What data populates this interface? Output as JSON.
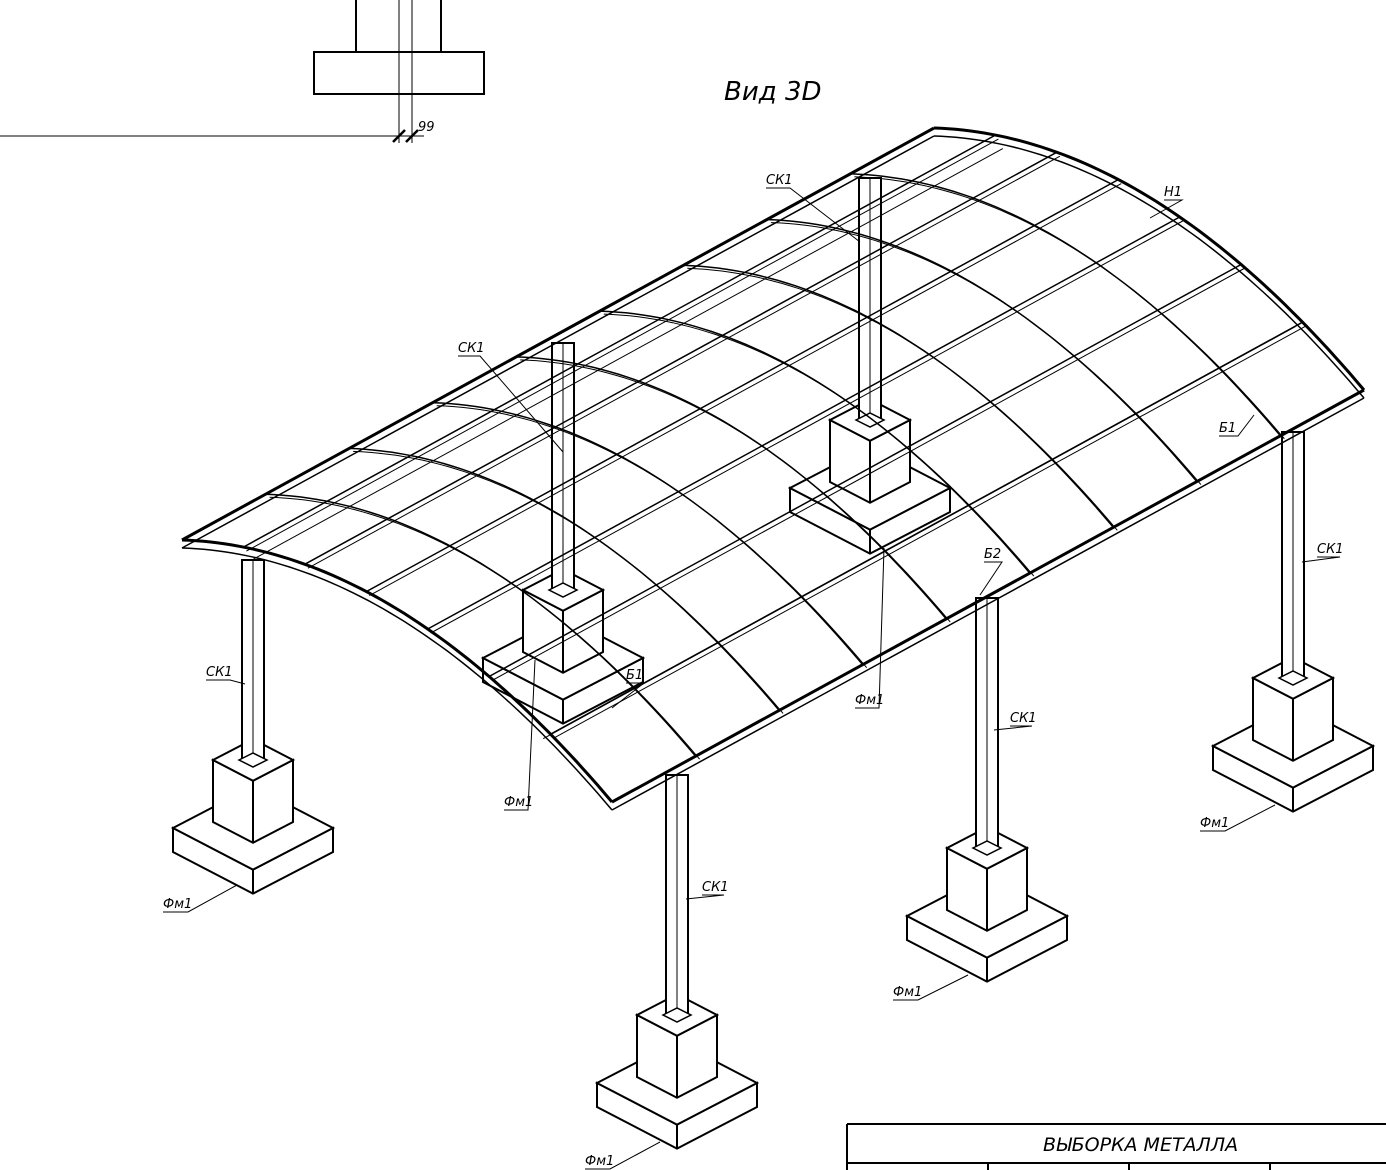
{
  "view_title": "Вид 3D",
  "dimension": "99",
  "labels": {
    "ck1": "СК1",
    "n1": "Н1",
    "b1": "Б1",
    "b2": "Б2",
    "fm1": "Фм1"
  },
  "table": {
    "title": "ВЫБОРКА МЕТАЛЛА"
  }
}
